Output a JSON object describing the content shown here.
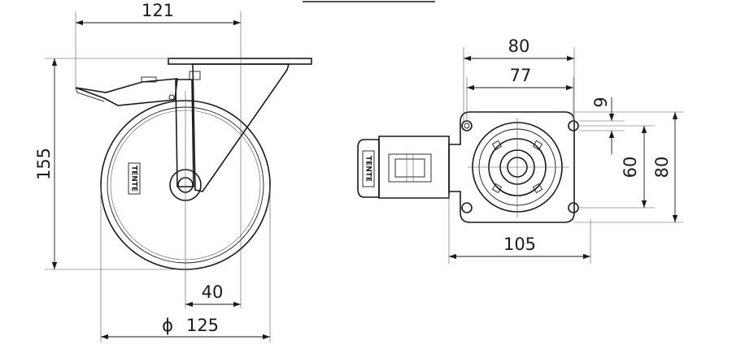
{
  "dimensions": {
    "width_121": "121",
    "height_155": "155",
    "offset_40": "40",
    "diameter_symbol": "ϕ",
    "diameter_125": "125",
    "plate_80_top": "80",
    "bolt_77": "77",
    "hole_9": "9",
    "bolt_60": "60",
    "plate_80_right": "80",
    "plate_105": "105"
  },
  "brand_text": "TENTE"
}
